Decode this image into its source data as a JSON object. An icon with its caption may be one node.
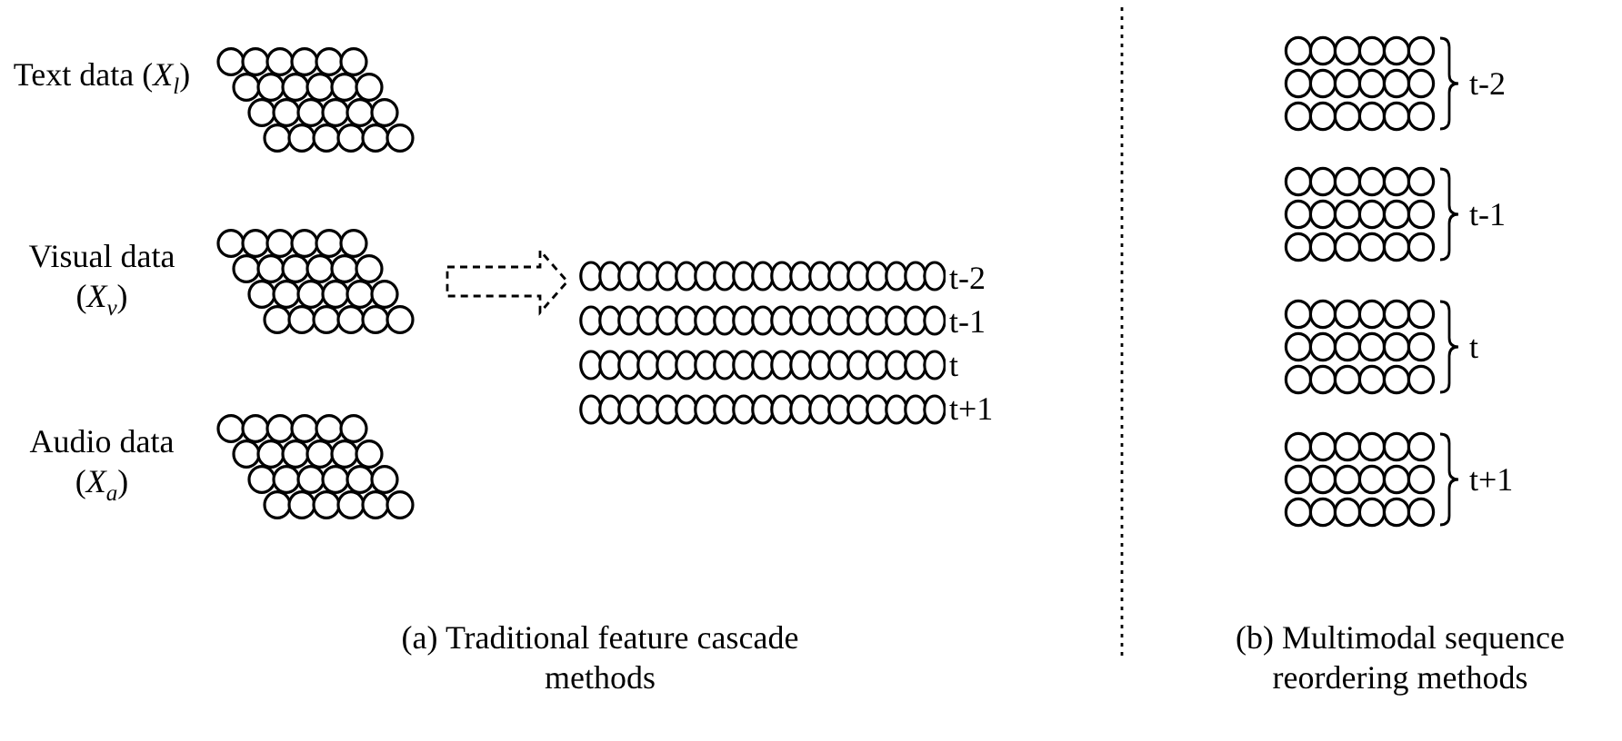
{
  "diagram": {
    "nodes": [
      {
        "text": [],
        "shape": "picture",
        "beside": [
          "Text data (*X*$_{l}$)"
        ]
      },
      {
        "text": [],
        "shape": "picture",
        "beside": [
          "Visual data (*X*$_{v}$)"
        ]
      },
      {
        "text": [],
        "shape": "picture",
        "beside": [
          "Audio data (*X*$_{a}$)"
        ]
      },
      {
        "text": [],
        "shape": "picture",
        "beside": [
          "t-2",
          "t-1",
          "t",
          "t+1"
        ]
      },
      {
        "text": [],
        "shape": "picture",
        "beside": [
          "t-2"
        ]
      },
      {
        "text": [],
        "shape": "picture",
        "beside": [
          "t-1"
        ]
      },
      {
        "text": [],
        "shape": "picture",
        "beside": [
          "t"
        ]
      },
      {
        "text": [],
        "shape": "picture",
        "beside": [
          "t+1"
        ]
      }
    ],
    "edges": [
      {
        "from": 1,
        "to": 3,
        "arrow": "to",
        "style": "dashed"
      }
    ],
    "labels": [
      "(a) Traditional feature cascade methods",
      "(b) Multimodal sequence reordering methods"
    ]
  }
}
